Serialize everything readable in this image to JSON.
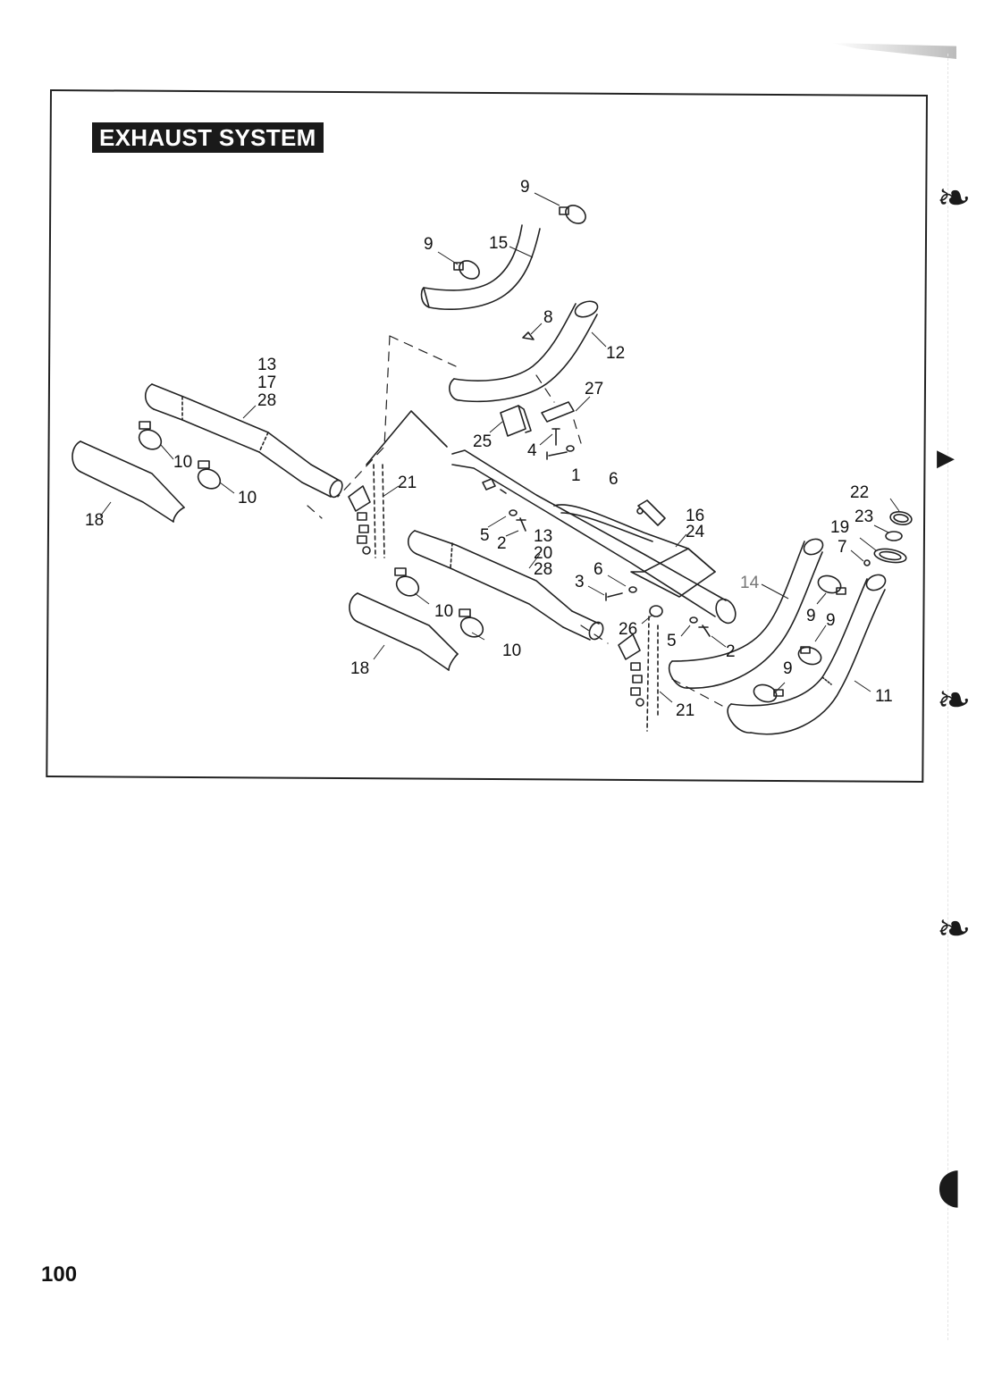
{
  "page": {
    "title": "EXHAUST SYSTEM",
    "page_number": "100"
  },
  "callouts": {
    "c9a": "9",
    "c9b": "9",
    "c15": "15",
    "c8": "8",
    "c12": "12",
    "c13a": "13",
    "c17": "17",
    "c28a": "28",
    "c27": "27",
    "c25": "25",
    "c4": "4",
    "c1": "1",
    "c6a": "6",
    "c10a": "10",
    "c10b": "10",
    "c21a": "21",
    "c18a": "18",
    "c5a": "5",
    "c2a": "2",
    "c13b": "13",
    "c20": "20",
    "c28b": "28",
    "c16": "16",
    "c24": "24",
    "c22": "22",
    "c23": "23",
    "c19": "19",
    "c7": "7",
    "c14": "14",
    "c6b": "6",
    "c3": "3",
    "c9c": "9",
    "c9d": "9",
    "c10c": "10",
    "c10d": "10",
    "c26": "26",
    "c5b": "5",
    "c2b": "2",
    "c9e": "9",
    "c11": "11",
    "c18b": "18",
    "c21b": "21"
  },
  "icons": [
    "binder-hole-mark"
  ]
}
